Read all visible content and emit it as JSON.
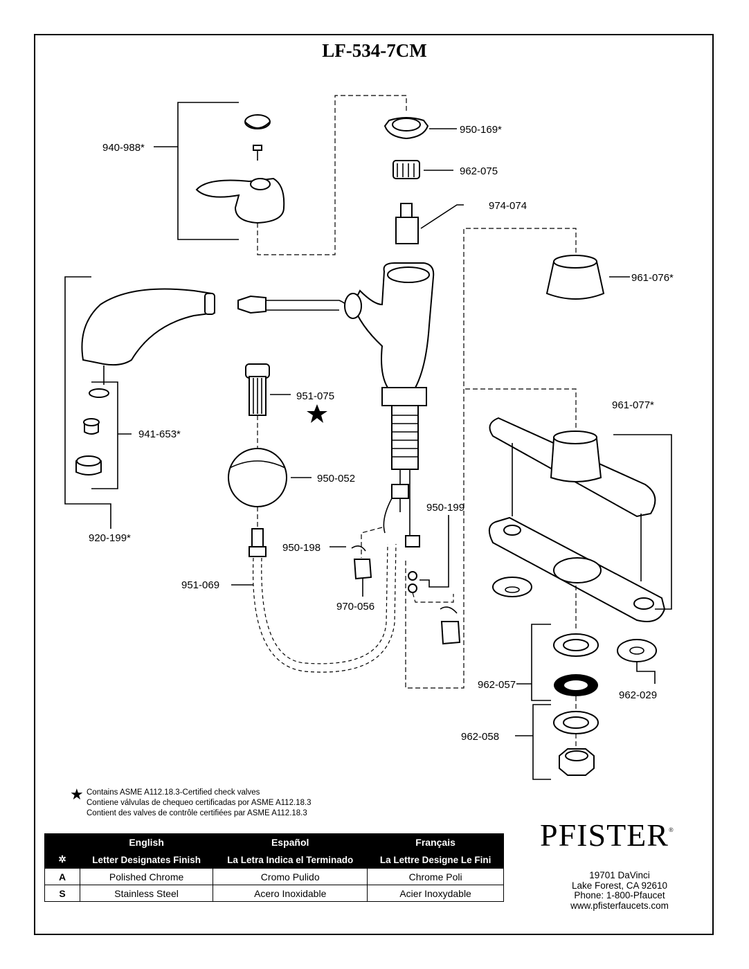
{
  "title": "LF-534-7CM",
  "parts": {
    "p940_988": "940-988*",
    "p950_169": "950-169*",
    "p962_075": "962-075",
    "p974_074": "974-074",
    "p961_076": "961-076*",
    "p951_075": "951-075",
    "p961_077": "961-077*",
    "p941_653": "941-653*",
    "p950_052": "950-052",
    "p920_199": "920-199*",
    "p950_199": "950-199",
    "p950_198": "950-198",
    "p951_069": "951-069",
    "p970_056": "970-056",
    "p962_057": "962-057",
    "p962_029": "962-029",
    "p962_058": "962-058"
  },
  "notes": {
    "line_en": "Contains ASME A112.18.3-Certified check valves",
    "line_es": "Contiene válvulas de chequeo certificadas por ASME A112.18.3",
    "line_fr": "Contient des valves de contrôle certifiées par ASME A112.18.3"
  },
  "finish_table": {
    "headers": [
      "English",
      "Español",
      "Français"
    ],
    "subheaders": [
      "Letter Designates Finish",
      "La Letra Indica el Terminado",
      "La Lettre Designe Le Fini"
    ],
    "rows": [
      {
        "code": "A",
        "en": "Polished Chrome",
        "es": "Cromo Pulido",
        "fr": "Chrome Poli"
      },
      {
        "code": "S",
        "en": "Stainless Steel",
        "es": "Acero Inoxidable",
        "fr": "Acier Inoxydable"
      }
    ]
  },
  "brand": {
    "logo": "Pfister",
    "address1": "19701 DaVinci",
    "address2": "Lake Forest, CA 92610",
    "phone": "Phone: 1-800-Pfaucet",
    "website": "www.pfisterfaucets.com"
  }
}
